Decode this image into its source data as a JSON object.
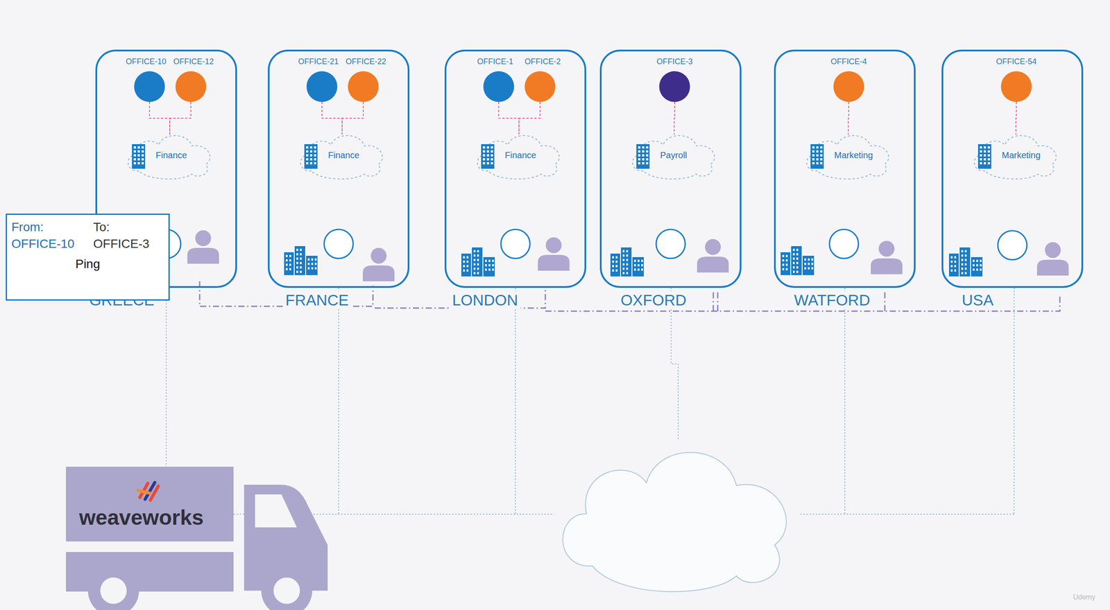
{
  "diagram": {
    "nodes": [
      {
        "text": [
          "GREECE"
        ]
      },
      {
        "text": [
          "OFFICE-10"
        ],
        "in": 0
      },
      {
        "text": [
          "OFFICE-12"
        ],
        "in": 0
      },
      {
        "text": [
          "Finance"
        ],
        "in": 0
      },
      {
        "text": [
          "FRANCE"
        ]
      },
      {
        "text": [
          "OFFICE-21"
        ],
        "in": 4
      },
      {
        "text": [
          "OFFICE-22"
        ],
        "in": 4
      },
      {
        "text": [
          "Finance"
        ],
        "in": 4
      },
      {
        "text": [
          "LONDON"
        ]
      },
      {
        "text": [
          "OFFICE-1"
        ],
        "in": 8
      },
      {
        "text": [
          "OFFICE-2"
        ],
        "in": 8
      },
      {
        "text": [
          "Finance"
        ],
        "in": 8
      },
      {
        "text": [
          "OXFORD"
        ]
      },
      {
        "text": [
          "OFFICE-3"
        ],
        "in": 12
      },
      {
        "text": [
          "Payroll"
        ],
        "in": 12
      },
      {
        "text": [
          "WATFORD"
        ]
      },
      {
        "text": [
          "OFFICE-4"
        ],
        "in": 15
      },
      {
        "text": [
          "Marketing"
        ],
        "in": 15
      },
      {
        "text": [
          "USA"
        ]
      },
      {
        "text": [
          "OFFICE-54"
        ],
        "in": 18
      },
      {
        "text": [
          "Marketing"
        ],
        "in": 18
      },
      {
        "text": [
          "From:",
          "OFFICE-10",
          "To:",
          "OFFICE-3",
          "Ping"
        ]
      }
    ],
    "edges": [
      {
        "from": 1,
        "to": 3,
        "arrow": "none"
      },
      {
        "from": 2,
        "to": 3,
        "arrow": "none"
      },
      {
        "from": 5,
        "to": 7,
        "arrow": "none"
      },
      {
        "from": 6,
        "to": 7,
        "arrow": "none"
      },
      {
        "from": 9,
        "to": 11,
        "arrow": "none"
      },
      {
        "from": 10,
        "to": 11,
        "arrow": "none"
      },
      {
        "from": 13,
        "to": 14,
        "arrow": "none"
      },
      {
        "from": 16,
        "to": 17,
        "arrow": "none"
      },
      {
        "from": 19,
        "to": 20,
        "arrow": "none"
      }
    ],
    "labels": [
      "weaveworks",
      "Udemy"
    ]
  }
}
